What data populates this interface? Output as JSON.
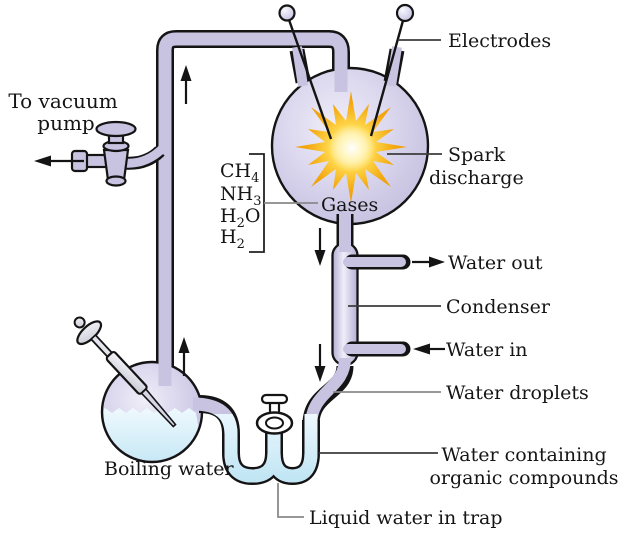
{
  "diagram": {
    "labels": {
      "to_vacuum_line1": "To vacuum",
      "to_vacuum_line2": "pump",
      "electrodes": "Electrodes",
      "spark_line1": "Spark",
      "spark_line2": "discharge",
      "gases": "Gases",
      "water_out": "Water out",
      "condenser": "Condenser",
      "water_in": "Water in",
      "water_droplets": "Water droplets",
      "organic_line1": "Water containing",
      "organic_line2": "organic compounds",
      "liquid_water_in_trap": "Liquid water in trap",
      "boiling_water": "Boiling water"
    },
    "gas_formulas": [
      {
        "main": "CH",
        "sub": "4",
        "tail": ""
      },
      {
        "main": "NH",
        "sub": "3",
        "tail": ""
      },
      {
        "main": "H",
        "sub": "2",
        "tail": "O"
      },
      {
        "main": "H",
        "sub": "2",
        "tail": ""
      }
    ],
    "colors": {
      "glass_tube": "#c7c3e1",
      "glass_light": "#f0eef8",
      "outline": "#141414",
      "water": "#c3e6f4",
      "water_light": "#eef9fe",
      "spark_gold": "#f3a70e",
      "spark_glow": "#fffbe0",
      "leader_dark": "#3c3c3c",
      "leader_gray": "#8a8a8a",
      "text": "#151515",
      "background": "#ffffff"
    }
  }
}
